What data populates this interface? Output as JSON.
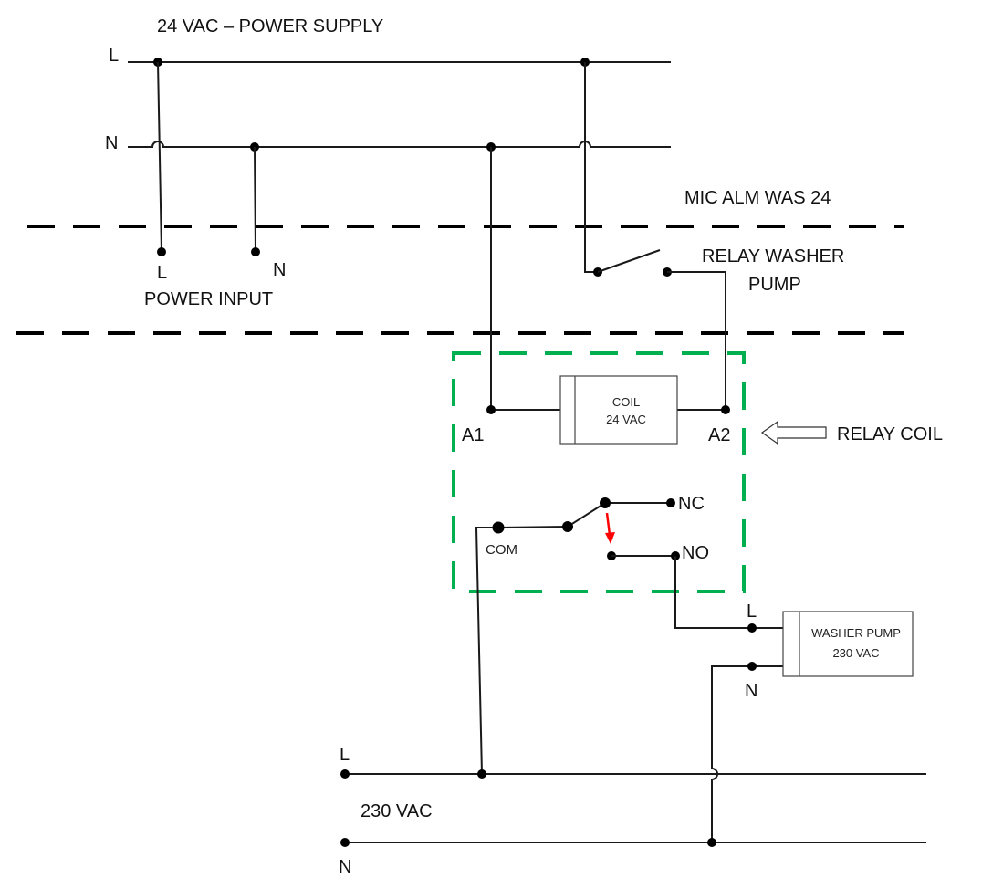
{
  "supply": {
    "title": "24 VAC – POWER SUPPLY",
    "l_label": "L",
    "n_label": "N"
  },
  "power_input": {
    "title": "POWER INPUT",
    "l_label": "L",
    "n_label": "N"
  },
  "mic_alm": {
    "label": "MIC ALM WAS 24"
  },
  "relay_washer_pump": {
    "line1": "RELAY WASHER",
    "line2": "PUMP"
  },
  "coil": {
    "line1": "COIL",
    "line2": "24 VAC",
    "a1": "A1",
    "a2": "A2",
    "pointer_label": "RELAY COIL"
  },
  "contacts": {
    "com": "COM",
    "nc": "NC",
    "no": "NO"
  },
  "washer_pump": {
    "line1": "WASHER PUMP",
    "line2": "230 VAC",
    "l_label": "L",
    "n_label": "N"
  },
  "mains": {
    "title": "230 VAC",
    "l_label": "L",
    "n_label": "N"
  },
  "colors": {
    "relay_boundary": "#00b050",
    "actuation_arrow": "#ff0000"
  }
}
